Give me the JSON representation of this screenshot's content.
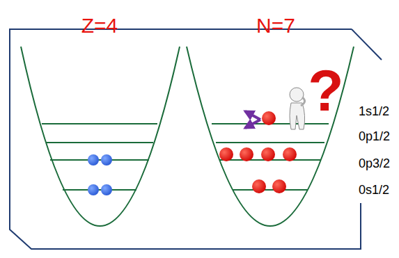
{
  "diagram": {
    "labels": [
      "Z=4",
      "N=7",
      "?",
      "1s1/2",
      "0p1/2",
      "0p3/2",
      "0s1/2"
    ]
  }
}
